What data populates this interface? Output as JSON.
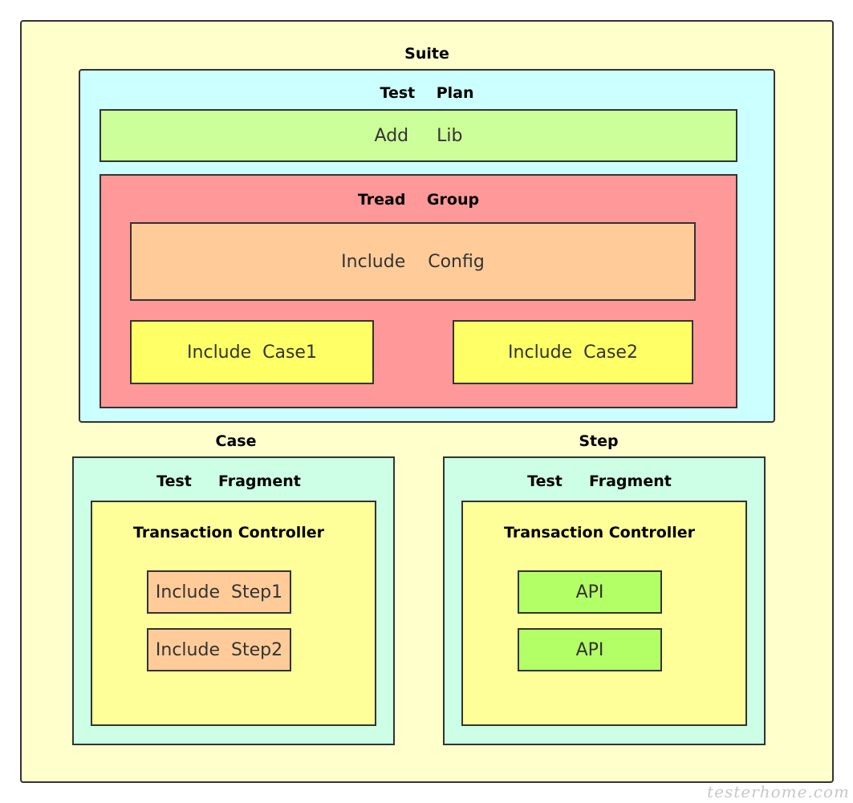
{
  "suite": {
    "title": "Suite"
  },
  "test_plan": {
    "title": "Test    Plan",
    "add_lib": "Add     Lib",
    "thread_group": {
      "title": "Tread    Group",
      "include_config": "Include    Config",
      "include_case1": "Include  Case1",
      "include_case2": "Include  Case2"
    }
  },
  "case": {
    "title": "Case",
    "fragment_title": "Test     Fragment",
    "controller_title": "Transaction Controller",
    "include_step1": "Include  Step1",
    "include_step2": "Include  Step2"
  },
  "step": {
    "title": "Step",
    "fragment_title": "Test     Fragment",
    "controller_title": "Transaction Controller",
    "api_1": "API",
    "api_2": "API"
  },
  "watermark": "testerhome.com",
  "colors": {
    "suite_fill": "#ffffcc",
    "test_plan_fill": "#ccffff",
    "add_lib_fill": "#ccff99",
    "thread_group_fill": "#ff9999",
    "config_fill": "#ffcc99",
    "include_case_fill": "#ffff66",
    "fragment_fill": "#ccffe6",
    "controller_fill": "#ffff99",
    "include_step_fill": "#ffcc99",
    "api_fill": "#b3ff66",
    "border": "#333333"
  }
}
